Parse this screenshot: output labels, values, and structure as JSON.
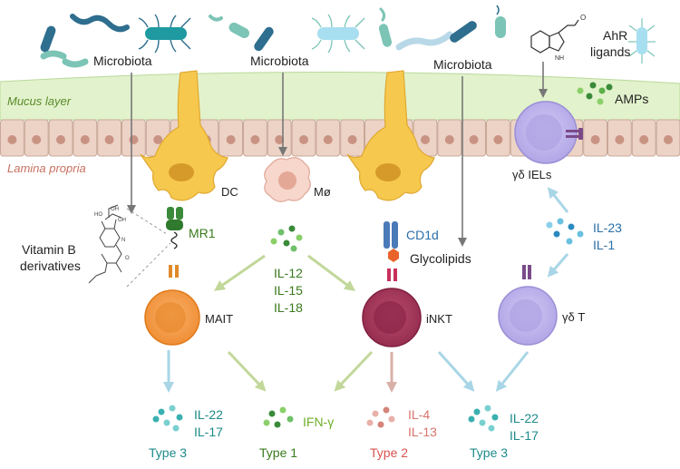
{
  "colors": {
    "mucus": "#e2f2cc",
    "epithelium": "#ecd3c6",
    "nucleus": "#c99383",
    "dc_yellow": "#f6c94e",
    "mait_orange": "#f5a04a",
    "inkt_maroon": "#a8385c",
    "gd_lavender": "#c2b8ee",
    "arrow_grey": "#777777",
    "arrow_lime": "#c2d89a",
    "arrow_sky": "#a8d6e6",
    "arrow_pink": "#d9b0a8"
  },
  "labels": {
    "microbiota_1": "Microbiota",
    "microbiota_2": "Microbiota",
    "microbiota_3": "Microbiota",
    "ahr_ligands_line1": "AhR",
    "ahr_ligands_line2": "ligands",
    "mucus_layer": "Mucus layer",
    "lamina_propria": "Lamina propria",
    "amps": "AMPs",
    "dc": "DC",
    "macrophage": "Mø",
    "gd_iels": "γδ IELs",
    "mr1": "MR1",
    "cd1d": "CD1d",
    "glycolipids": "Glycolipids",
    "vitamin_b_line1": "Vitamin B",
    "vitamin_b_line2": "derivatives",
    "mait": "MAIT",
    "inkt": "iNKT",
    "gd_t": "γδ T",
    "il12": "IL-12",
    "il15": "IL-15",
    "il18": "IL-18",
    "il23": "IL-23",
    "il1": "IL-1"
  },
  "outputs": [
    {
      "cytokines": [
        "IL-22",
        "IL-17"
      ],
      "type": "Type 3"
    },
    {
      "cytokines": [
        "IFN-γ"
      ],
      "type": "Type 1"
    },
    {
      "cytokines": [
        "IL-4",
        "IL-13"
      ],
      "type": "Type 2"
    },
    {
      "cytokines": [
        "IL-22",
        "IL-17"
      ],
      "type": "Type 3"
    }
  ],
  "icons": [
    "bacterium-icon",
    "indole-molecule-icon",
    "vitamin-b-molecule-icon",
    "dendritic-cell-icon",
    "macrophage-icon",
    "t-cell-icon"
  ]
}
